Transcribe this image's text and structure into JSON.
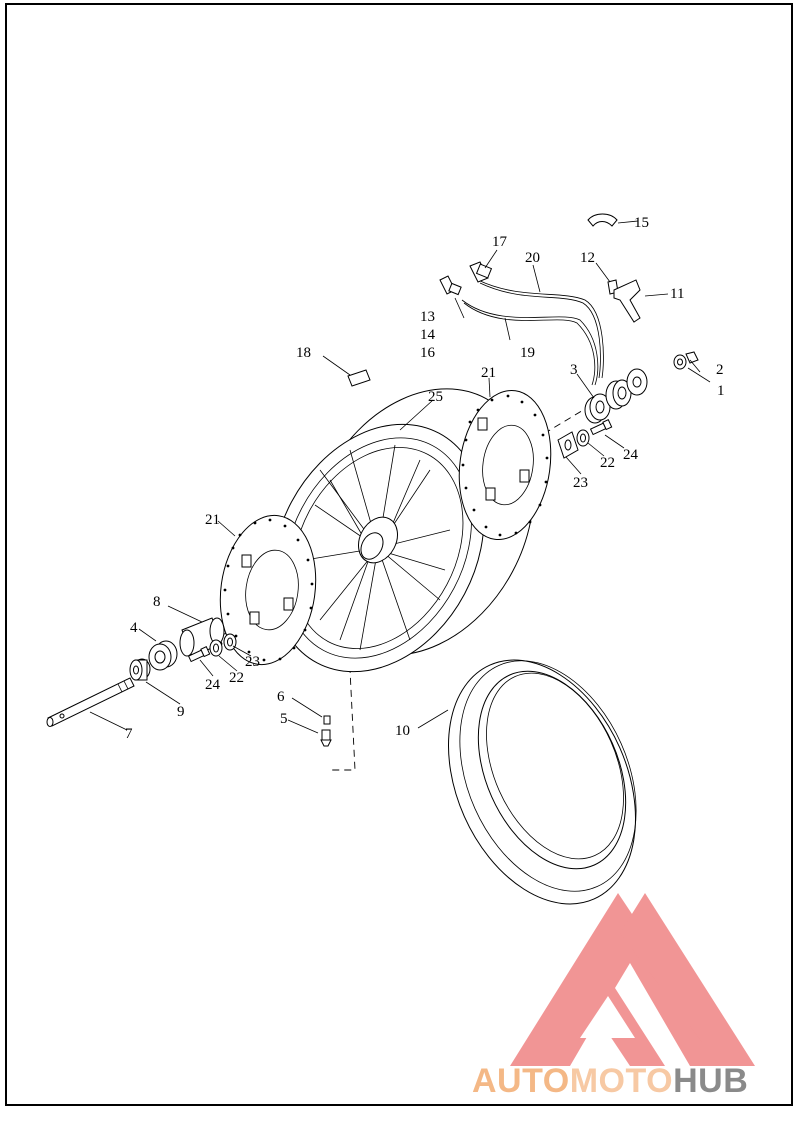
{
  "diagram": {
    "callouts": {
      "c1": "1",
      "c2": "2",
      "c3": "3",
      "c4": "4",
      "c5": "5",
      "c6": "6",
      "c7": "7",
      "c8": "8",
      "c9": "9",
      "c10": "10",
      "c11": "11",
      "c12": "12",
      "c13": "13",
      "c14": "14",
      "c15": "15",
      "c16": "16",
      "c17": "17",
      "c18": "18",
      "c19": "19",
      "c20": "20",
      "c21a": "21",
      "c21b": "21",
      "c22a": "22",
      "c22b": "22",
      "c23a": "23",
      "c23b": "23",
      "c24a": "24",
      "c24b": "24",
      "c25": "25"
    }
  },
  "watermark": {
    "part1": "AUTO",
    "part2": "MOTO",
    "part3": "HUB",
    "colors": {
      "logo_triangle": "#f08a8a",
      "auto": "#f4b886",
      "moto": "#f7c9a4",
      "hub": "#8a8a8a"
    }
  }
}
